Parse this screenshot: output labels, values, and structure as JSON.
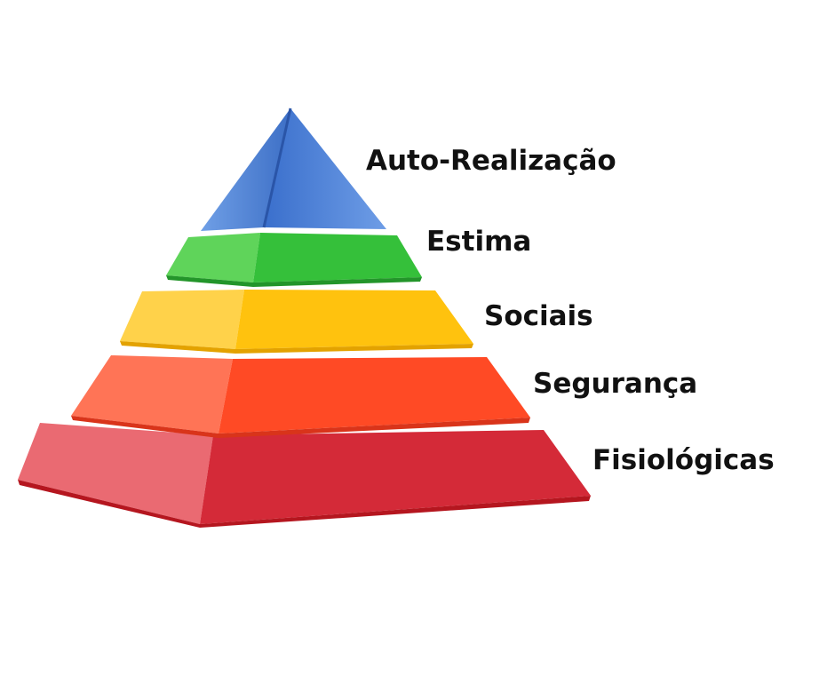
{
  "title": "Pirâmide de necessidades",
  "levels": [
    {
      "label": "Auto-Realização",
      "color": "#4a7fd4"
    },
    {
      "label": "Estima",
      "color": "#3fc545"
    },
    {
      "label": "Sociais",
      "color": "#ffc21a"
    },
    {
      "label": "Segurança",
      "color": "#ff4a2a"
    },
    {
      "label": "Fisiológicas",
      "color": "#dc2a36"
    }
  ]
}
